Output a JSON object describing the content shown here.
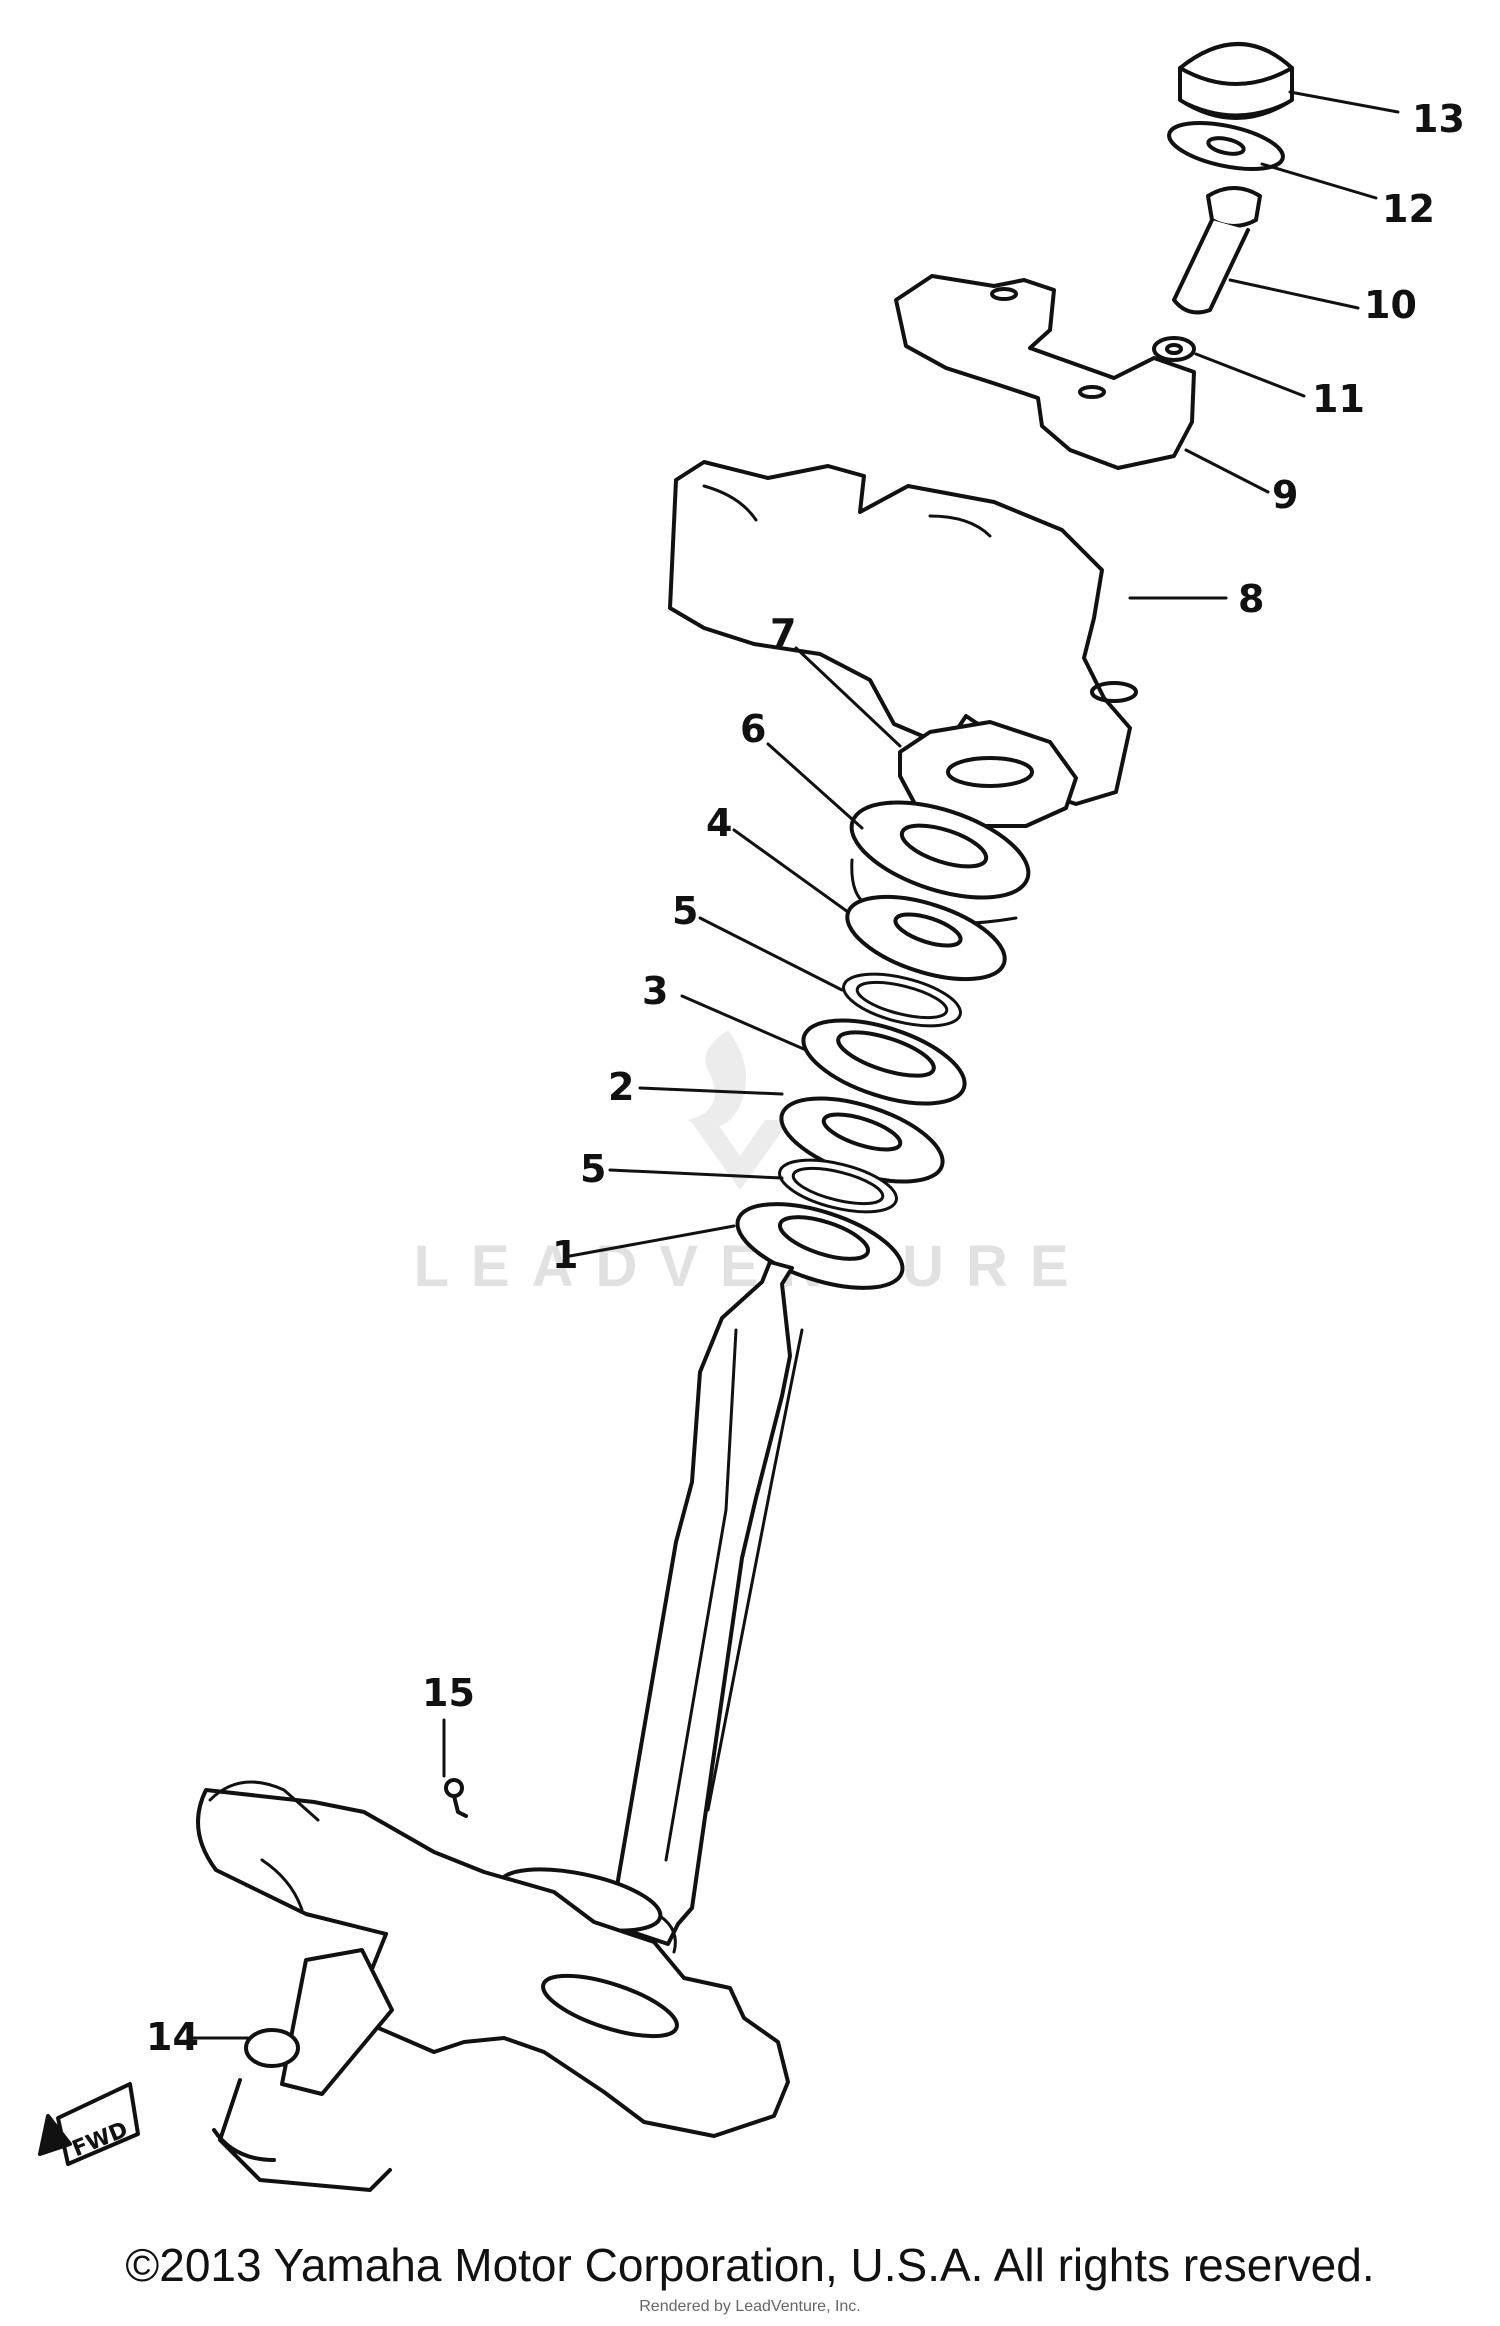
{
  "diagram": {
    "callouts": [
      {
        "id": "13",
        "label": "13"
      },
      {
        "id": "12",
        "label": "12"
      },
      {
        "id": "10",
        "label": "10"
      },
      {
        "id": "11",
        "label": "11"
      },
      {
        "id": "9",
        "label": "9"
      },
      {
        "id": "8",
        "label": "8"
      },
      {
        "id": "7",
        "label": "7"
      },
      {
        "id": "6",
        "label": "6"
      },
      {
        "id": "4",
        "label": "4"
      },
      {
        "id": "5a",
        "label": "5"
      },
      {
        "id": "3",
        "label": "3"
      },
      {
        "id": "2",
        "label": "2"
      },
      {
        "id": "5b",
        "label": "5"
      },
      {
        "id": "1",
        "label": "1"
      },
      {
        "id": "15",
        "label": "15"
      },
      {
        "id": "14",
        "label": "14"
      }
    ],
    "fwd_label": "FWD",
    "watermark": "LEADVENTURE"
  },
  "footer": {
    "copyright": "©2013 Yamaha Motor Corporation, U.S.A. All rights reserved.",
    "credit": "Rendered by LeadVenture, Inc."
  }
}
